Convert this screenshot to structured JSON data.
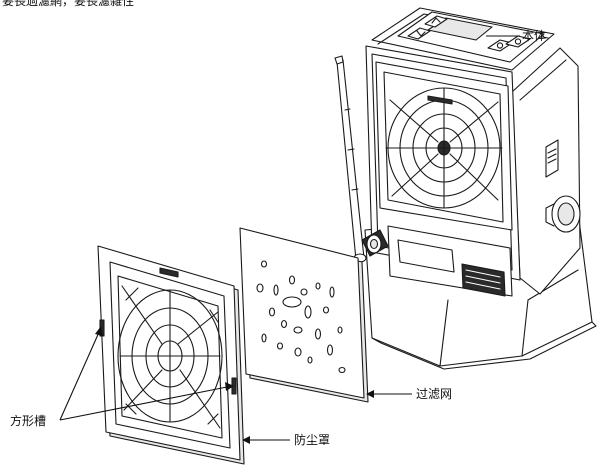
{
  "caption_top": "要長過濾網，要長濾雜性",
  "labels": {
    "body": "本体",
    "filter": "过滤网",
    "slot": "方形槽",
    "dust_cover": "防尘罩"
  }
}
